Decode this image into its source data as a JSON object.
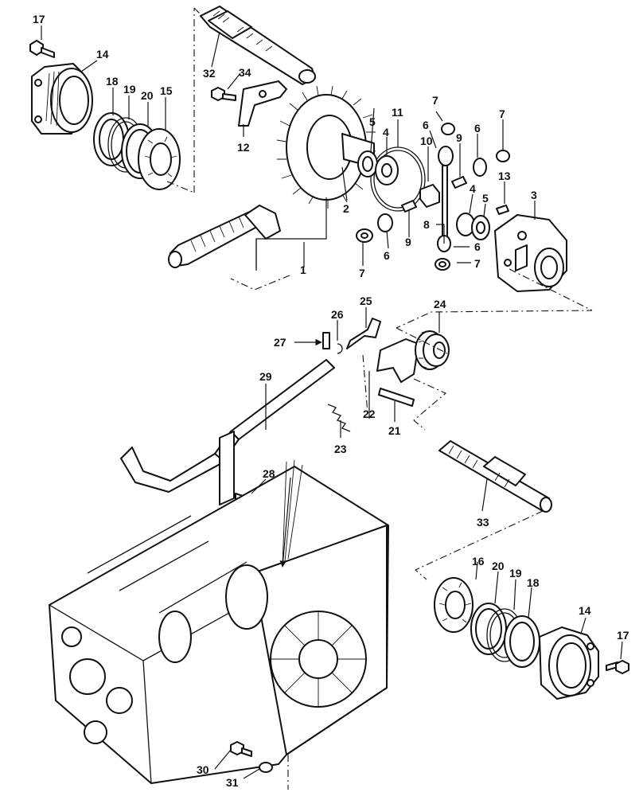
{
  "callouts": [
    "17",
    "14",
    "18",
    "19",
    "20",
    "15",
    "32",
    "34",
    "12",
    "2",
    "1",
    "11",
    "5",
    "4",
    "7",
    "6",
    "10",
    "9",
    "13",
    "3",
    "8",
    "27",
    "26",
    "25",
    "24",
    "29",
    "23",
    "22",
    "21",
    "28",
    "33",
    "16",
    "30",
    "31"
  ]
}
